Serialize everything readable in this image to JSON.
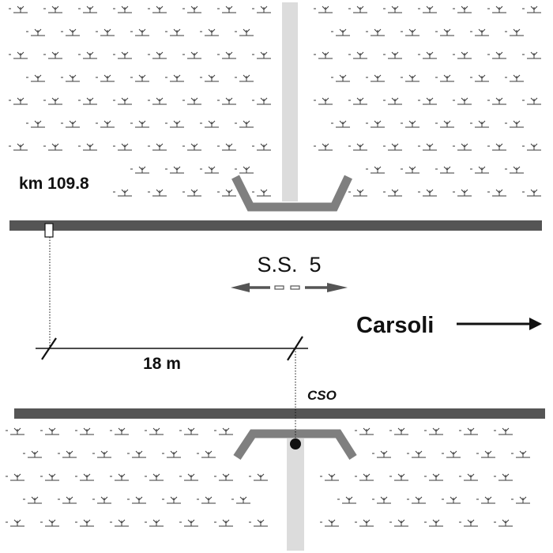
{
  "km_marker": {
    "label": "km 109.8"
  },
  "road": {
    "label": "S.S.  5"
  },
  "distance": {
    "label": "18 m"
  },
  "direction": {
    "label": "Carsoli"
  },
  "station": {
    "label": "CSO"
  },
  "colors": {
    "road_edge": "#555555",
    "culvert": "#7f7f7f",
    "ditch": "#dcdcdc",
    "vegetation": "#3a3a3a",
    "ink": "#111111"
  }
}
